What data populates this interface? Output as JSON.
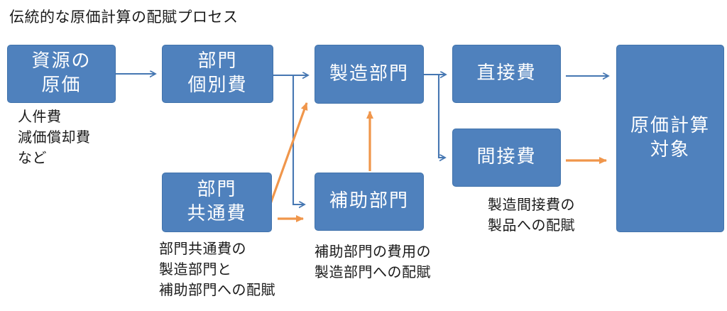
{
  "title": "伝統的な原価計算の配賦プロセス",
  "colors": {
    "box_fill": "#4f81bd",
    "box_border": "#4173ab",
    "box_text": "#ffffff",
    "blue_arrow": "#4677b2",
    "orange_arrow": "#f0964b",
    "text": "#1a1a1a",
    "bg": "#ffffff"
  },
  "boxes": {
    "resource_cost": {
      "label": "資源の\n原価"
    },
    "dept_individual": {
      "label": "部門\n個別費"
    },
    "manufacturing_dept": {
      "label": "製造部門"
    },
    "direct_cost": {
      "label": "直接費"
    },
    "indirect_cost": {
      "label": "間接費"
    },
    "dept_common": {
      "label": "部門\n共通費"
    },
    "auxiliary_dept": {
      "label": "補助部門"
    },
    "costing_object": {
      "label": "原価計算\n対象"
    }
  },
  "annotations": {
    "resource_examples": "人件費\n減価償却費\nなど",
    "common_allocation": "部門共通費の\n製造部門と\n補助部門への配賦",
    "auxiliary_allocation": "補助部門の費用の\n製造部門への配賦",
    "overhead_allocation": "製造間接費の\n製品への配賦"
  },
  "arrows": [
    {
      "id": "resource-to-individual",
      "from": "資源の原価",
      "to": "部門個別費",
      "color": "blue"
    },
    {
      "id": "individual-to-manufacturing",
      "from": "部門個別費",
      "to": "製造部門",
      "color": "blue"
    },
    {
      "id": "individual-to-auxiliary",
      "from": "部門個別費",
      "to": "補助部門",
      "color": "blue"
    },
    {
      "id": "common-to-manufacturing",
      "from": "部門共通費",
      "to": "製造部門",
      "color": "orange"
    },
    {
      "id": "common-to-auxiliary",
      "from": "部門共通費",
      "to": "補助部門",
      "color": "orange"
    },
    {
      "id": "auxiliary-to-manufacturing",
      "from": "補助部門",
      "to": "製造部門",
      "color": "orange"
    },
    {
      "id": "manufacturing-to-direct",
      "from": "製造部門",
      "to": "直接費",
      "color": "blue"
    },
    {
      "id": "manufacturing-to-indirect",
      "from": "製造部門",
      "to": "間接費",
      "color": "blue"
    },
    {
      "id": "direct-to-object",
      "from": "直接費",
      "to": "原価計算対象",
      "color": "blue"
    },
    {
      "id": "indirect-to-object",
      "from": "間接費",
      "to": "原価計算対象",
      "color": "orange"
    }
  ]
}
